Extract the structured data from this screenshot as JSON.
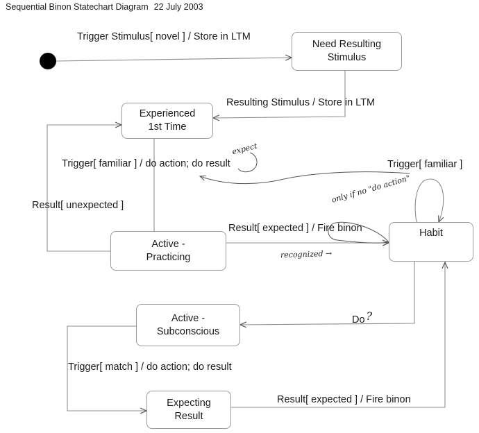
{
  "header": {
    "title": "Sequential Binon Statechart Diagram",
    "date": "22 July 2003"
  },
  "states": {
    "need_resulting": [
      "Need Resulting",
      "Stimulus"
    ],
    "experienced": [
      "Experienced",
      "1st Time"
    ],
    "active_practicing": [
      "Active -",
      "Practicing"
    ],
    "habit": [
      "Habit"
    ],
    "active_subconscious": [
      "Active -",
      "Subconscious"
    ],
    "expecting_result": [
      "Expecting",
      "Result"
    ]
  },
  "transitions": {
    "trigger_novel": "Trigger Stimulus[ novel ] / Store in LTM",
    "resulting_stimulus": "Resulting Stimulus / Store in LTM",
    "trigger_familiar_action": "Trigger[ familiar ] / do action; do result",
    "result_unexpected": "Result[ unexpected ]",
    "result_expected_fire": "Result[ expected ] / Fire binon",
    "trigger_familiar": "Trigger[ familiar ]",
    "do": "Do",
    "do_question": "?",
    "trigger_match": "Trigger[ match ] / do action; do result",
    "result_expected_fire_2": "Result[ expected ] / Fire binon"
  },
  "annotations": {
    "expect": "expect",
    "only_if_no_do_action": "only if no \"do action\"",
    "recognized": "recognized →"
  },
  "colors": {
    "line": "#8c8c8c",
    "box_border": "#9a9a9a",
    "ink": "#1a1a1a",
    "initial_state": "#000000"
  }
}
